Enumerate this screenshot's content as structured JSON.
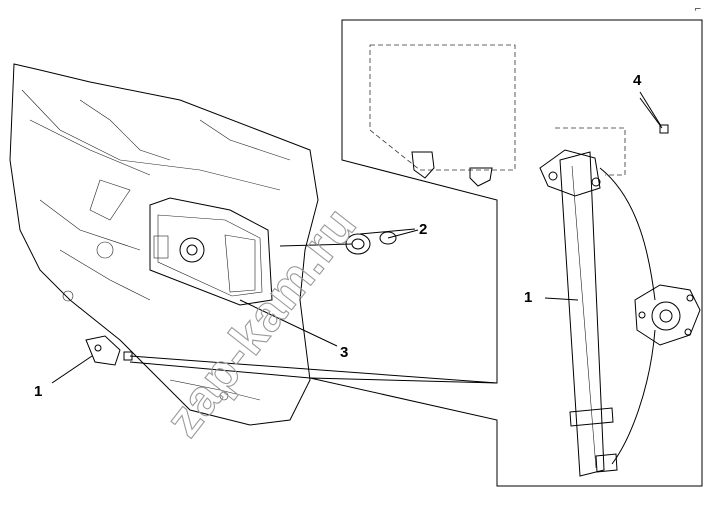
{
  "callouts": {
    "c1_left": "1",
    "c1_right": "1",
    "c2": "2",
    "c3": "3",
    "c4": "4"
  },
  "corner_mark": "⌐",
  "watermark": "zap-kam.ru"
}
